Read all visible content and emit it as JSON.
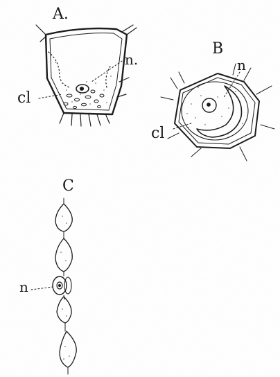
{
  "panels": [
    {
      "id": "A",
      "title": "A.",
      "labels": {
        "nucleus": "n.",
        "chloroplast": "cl"
      }
    },
    {
      "id": "B",
      "title": "B",
      "labels": {
        "nucleus": "n",
        "chloroplast": "cl"
      }
    },
    {
      "id": "C",
      "title": "C",
      "labels": {
        "nucleus": "n"
      }
    }
  ],
  "colors": {
    "ink": "#1a1a1a",
    "stipple": "#777777",
    "paper": "#ffffff"
  }
}
